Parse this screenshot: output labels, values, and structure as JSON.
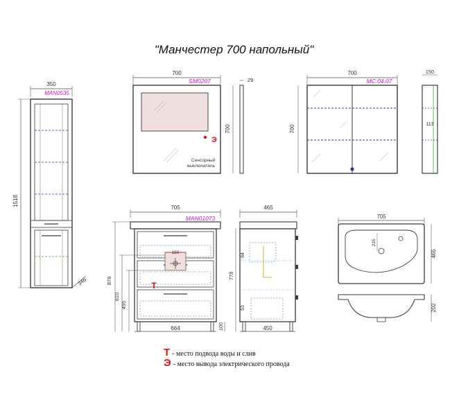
{
  "title": "\"Манчестер 700 напольный\"",
  "colors": {
    "line": "#3a3a3a",
    "dim": "#555555",
    "dash": "#2a34a8",
    "model": "#d010d0",
    "red": "#e01010",
    "cabinet": "#8a6a4a",
    "mirror_glow": "#d9a0a0",
    "dotted": "#6aa0d8",
    "green": "#44aa44"
  },
  "pencil_case": {
    "model": "MAN0535",
    "width": "350",
    "height": "1518",
    "depth": "346"
  },
  "mirror": {
    "model": "SM0207",
    "width": "700",
    "height": "700",
    "depth": "29",
    "sensor_label_1": "Сенсорный",
    "sensor_label_2": "выключатель",
    "sensor_mark": "Э"
  },
  "mirror_cabinet": {
    "model": "MC.04.07",
    "width": "700",
    "height": "700"
  },
  "cabinet_side": {
    "depth": "150",
    "shelf": "113"
  },
  "vanity": {
    "model": "MAN01073",
    "width": "705",
    "inner_width": "664",
    "height": "878",
    "h610": "610",
    "h495": "495",
    "legs": "100",
    "pipe_width": "150",
    "water_mark": "Т"
  },
  "vanity_side": {
    "depth": "465",
    "base": "450",
    "height": "778",
    "d84": "84",
    "d53": "53"
  },
  "sink": {
    "width": "705",
    "depth": "465",
    "hole": "215",
    "height": "202"
  },
  "legend": {
    "water_mark": "Т",
    "water_text": "- место подвода воды и слив",
    "electric_mark": "Э",
    "electric_text": "- место вывода электрического провода"
  }
}
